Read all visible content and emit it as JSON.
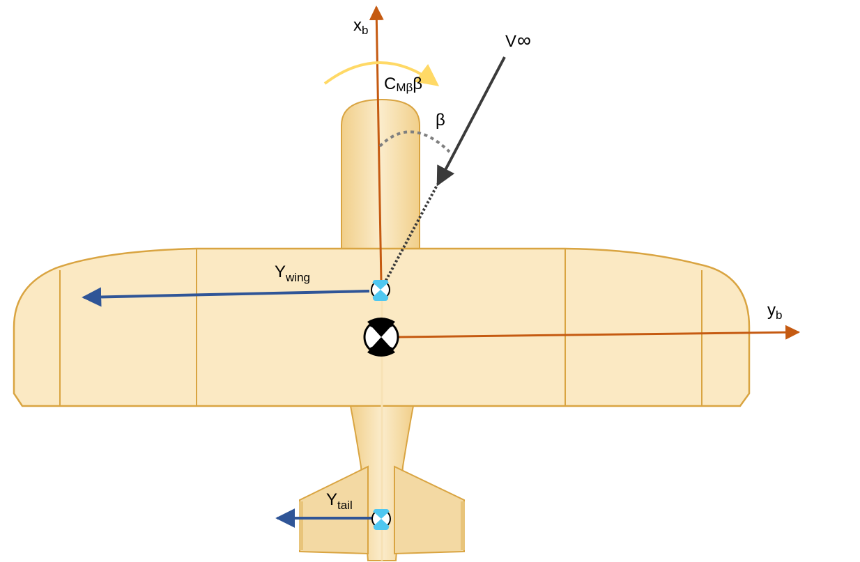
{
  "labels": {
    "x_axis": {
      "main": "x",
      "sub": "b"
    },
    "y_axis": {
      "main": "y",
      "sub": "b"
    },
    "freestream": {
      "main": "V",
      "sub": "∞"
    },
    "sideslip_angle": "β",
    "yaw_moment": {
      "main": "C",
      "sub": "Mβ",
      "suffix": "β"
    },
    "wing_force": {
      "main": "Y",
      "sub": "wing"
    },
    "tail_force": {
      "main": "Y",
      "sub": "tail"
    }
  },
  "colors": {
    "body_axes": "#c55a11",
    "side_forces": "#2f5597",
    "freestream": "#3a3a3a",
    "moment_arc": "#ffd966",
    "aircraft_fill": "#fbe9c3",
    "aircraft_edge": "#d9a441",
    "force_markers": "#4fc7f0"
  }
}
